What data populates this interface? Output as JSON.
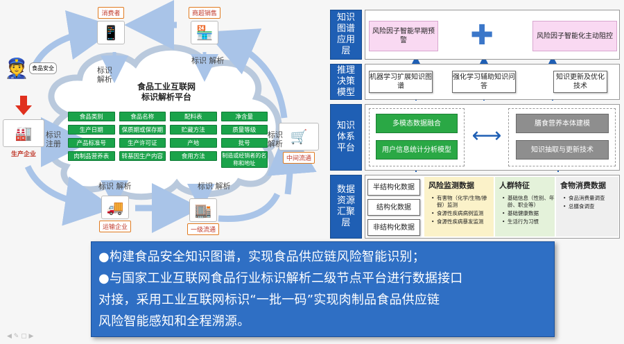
{
  "left": {
    "nodes": {
      "consumer": "消费者",
      "retail": "商超销售",
      "food_safety": "食品安全",
      "producer": "生产企业",
      "transport": "运输企业",
      "level1": "一级流通",
      "market": "中间流通"
    },
    "edge_labels": {
      "top_left": [
        "标识",
        "解析"
      ],
      "top_right": [
        "标识",
        "解析"
      ],
      "left_mid": [
        "标识",
        "注册"
      ],
      "right_mid": [
        "标识",
        "解析"
      ],
      "bottom_left": [
        "标识",
        "解析"
      ],
      "bottom_right": [
        "标识",
        "解析"
      ]
    },
    "cloud_title": [
      "食品工业互联网",
      "标识解析平台"
    ],
    "grid": [
      "食品类别",
      "食品名称",
      "配料表",
      "净含量",
      "生产日期",
      "保质期或保存期",
      "贮藏方法",
      "质量等级",
      "产品标准号",
      "生产许可证",
      "产地",
      "批号",
      "肉制品营养表",
      "转基因生产内容",
      "食用方法",
      "制造或经销者的名称和地址"
    ]
  },
  "right": {
    "layers": {
      "app": "知识图谱应用层",
      "reason": "推理决策模型",
      "kb": "知识体系平台",
      "data": "数据资源汇聚层"
    },
    "app_boxes": {
      "left": "风险因子智能早期预警",
      "plus": "✚",
      "right": "风险因子智能化主动阻控"
    },
    "reason_boxes": [
      "机器学习扩展知识图谱",
      "强化学习辅助知识问答",
      "知识更新及优化技术"
    ],
    "kb_left": [
      "多模态数据融合",
      "用户信息统计分析模型"
    ],
    "kb_right": [
      "膳食营养本体建模",
      "知识抽取与更新技术"
    ],
    "kb_arrow": "⟷",
    "data_types": [
      "半结构化数据",
      "结构化数据",
      "非结构化数据"
    ],
    "data_cols": [
      {
        "title": "风险监测数据",
        "items": [
          "有害物（化学/生物/掺假）监测",
          "食源性疾病病例监测",
          "食源性疾病暴发监测"
        ]
      },
      {
        "title": "人群特征",
        "items": [
          "基础信息（性别、年龄、职业等）",
          "基础健康数据",
          "生活行为习惯"
        ]
      },
      {
        "title": "食物消费数据",
        "items": [
          "食品消费量调查",
          "总膳食调查"
        ]
      }
    ]
  },
  "banner": {
    "line1": "●构建食品安全知识图谱，实现食品供应链风险智能识别；",
    "line2": "●与国家工业互联网食品行业标识解析二级节点平台进行数据接口",
    "line3": "对接，采用工业互联网标识“一批一码”实现肉制品食品供应链",
    "line4": "风险智能感知和全程溯源。"
  },
  "colors": {
    "blue": "#1f5fb4",
    "green": "#1aa34a",
    "pink": "#f9d9f2",
    "banner": "#2f6fc4",
    "arrow": "#a9c4e8",
    "red": "#e0301e"
  }
}
